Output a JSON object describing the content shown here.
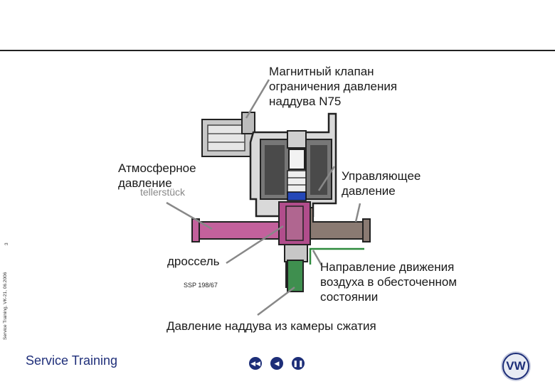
{
  "labels": {
    "valve": "Магнитный клапан\nограничения давления\nнаддува N75",
    "atmospheric": "Атмосферное\nдавление",
    "tellerstueck": "tellerstück",
    "control": "Управляющее\nдавление",
    "throttle": "дроссель",
    "ssp": "SSP 198/67",
    "airflow": "Направление движения\nвоздуха в обесточенном\nсостоянии",
    "boost": "Давление наддува из камеры сжатия"
  },
  "page_number": "3",
  "footer_side_text": "Service Training, VK-21, 06.2006",
  "brand": "Service Training",
  "vw_logo": "VW",
  "nav": [
    {
      "icon": "rewind-icon",
      "glyph": "◀◀"
    },
    {
      "icon": "back-icon",
      "glyph": "◀"
    },
    {
      "icon": "pause-icon",
      "glyph": "❚❚"
    }
  ],
  "colors": {
    "atmospheric_pipe": "#c3619c",
    "control_pipe": "#8a7a72",
    "boost_pipe": "#3f8f4f",
    "airflow_arrow": "#2e8b3e",
    "blue_seal": "#2548b8",
    "brand_blue": "#1d2e78"
  }
}
